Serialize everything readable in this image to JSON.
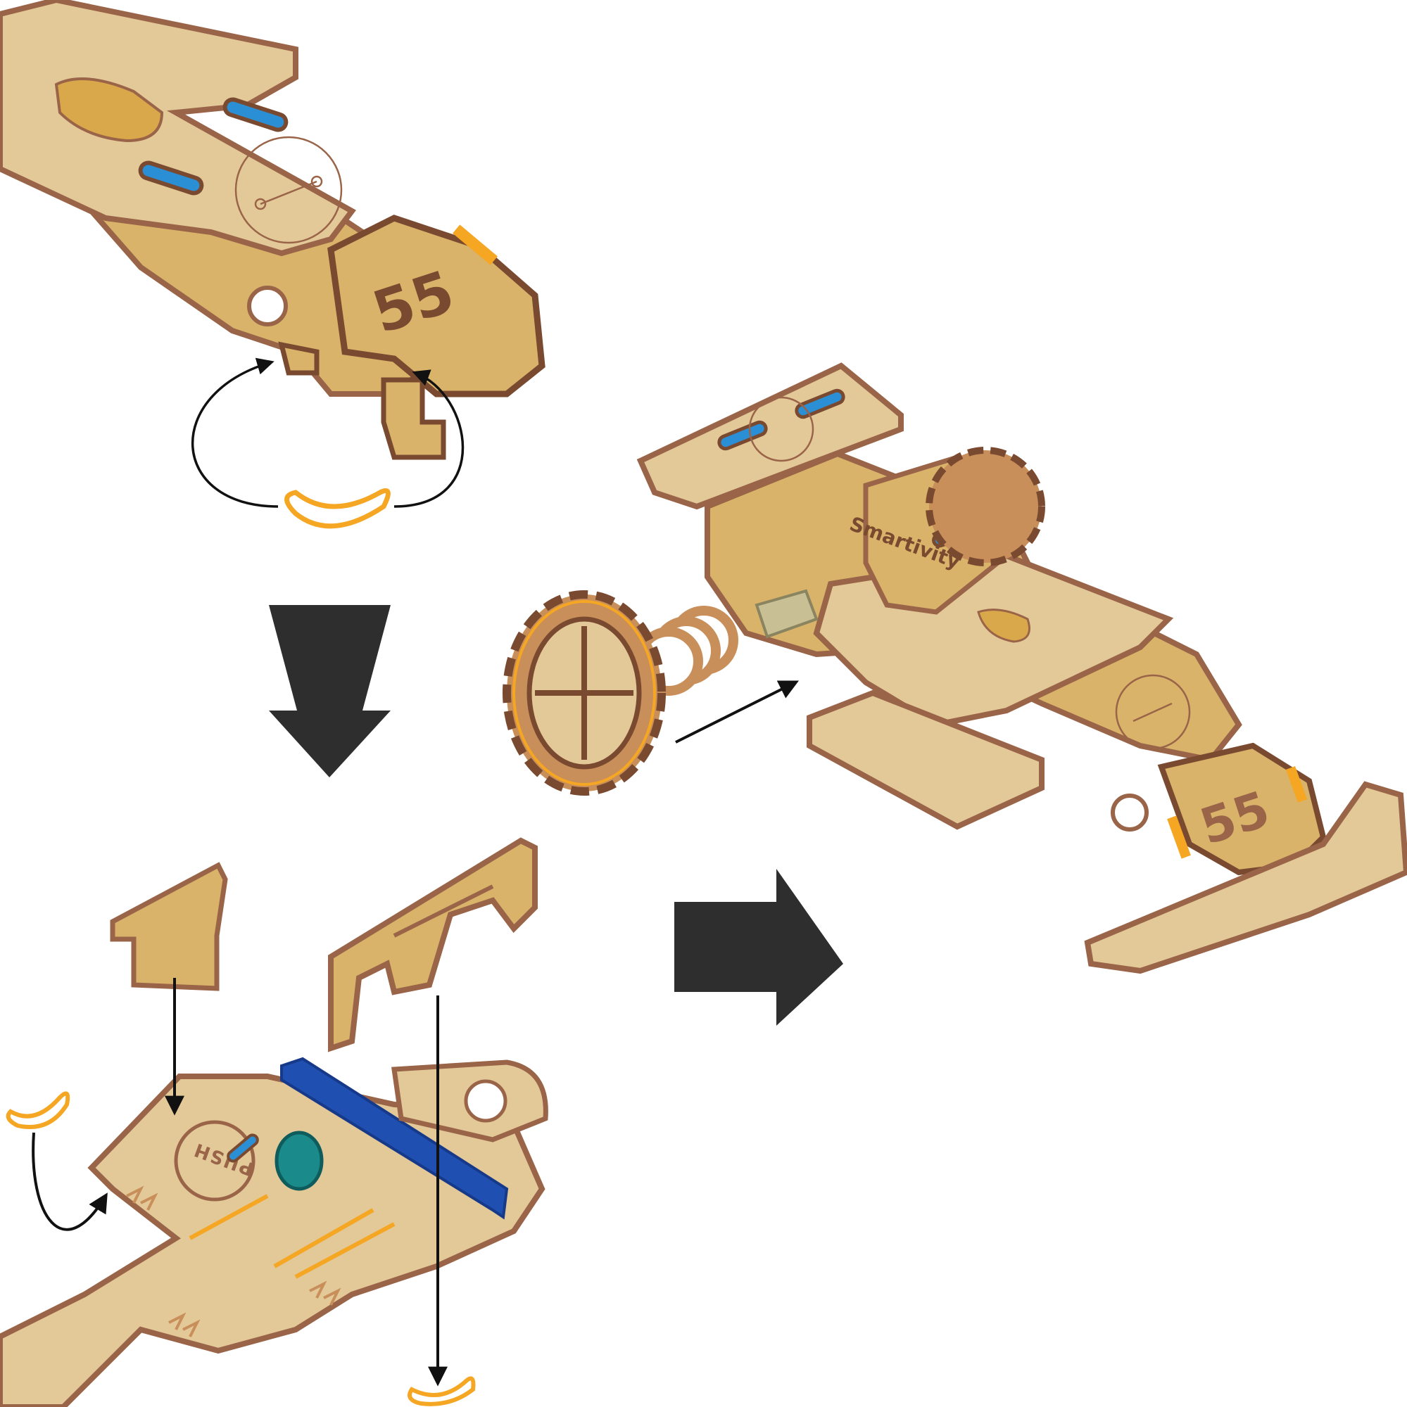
{
  "diagram": {
    "car_number_top": "55",
    "car_number_final": "55",
    "brand": "Smartivity",
    "push_label": "PUSH",
    "palette": {
      "wood_light": "#e3c898",
      "wood_mid": "#d9b36a",
      "wood_edge": "#9a6448",
      "wood_dark": "#7a4a30",
      "band_orange": "#f5a623",
      "stripe_blue": "#2b8fd6",
      "rail_blue": "#1f4fb0",
      "knob_teal": "#1a8a8a",
      "arrow_dark": "#2e2e2e",
      "line": "#111111",
      "axle": "#c8c094"
    },
    "icons": [
      "rubber-band-icon",
      "assembly-arrow-icon",
      "curved-arrow-icon"
    ]
  }
}
